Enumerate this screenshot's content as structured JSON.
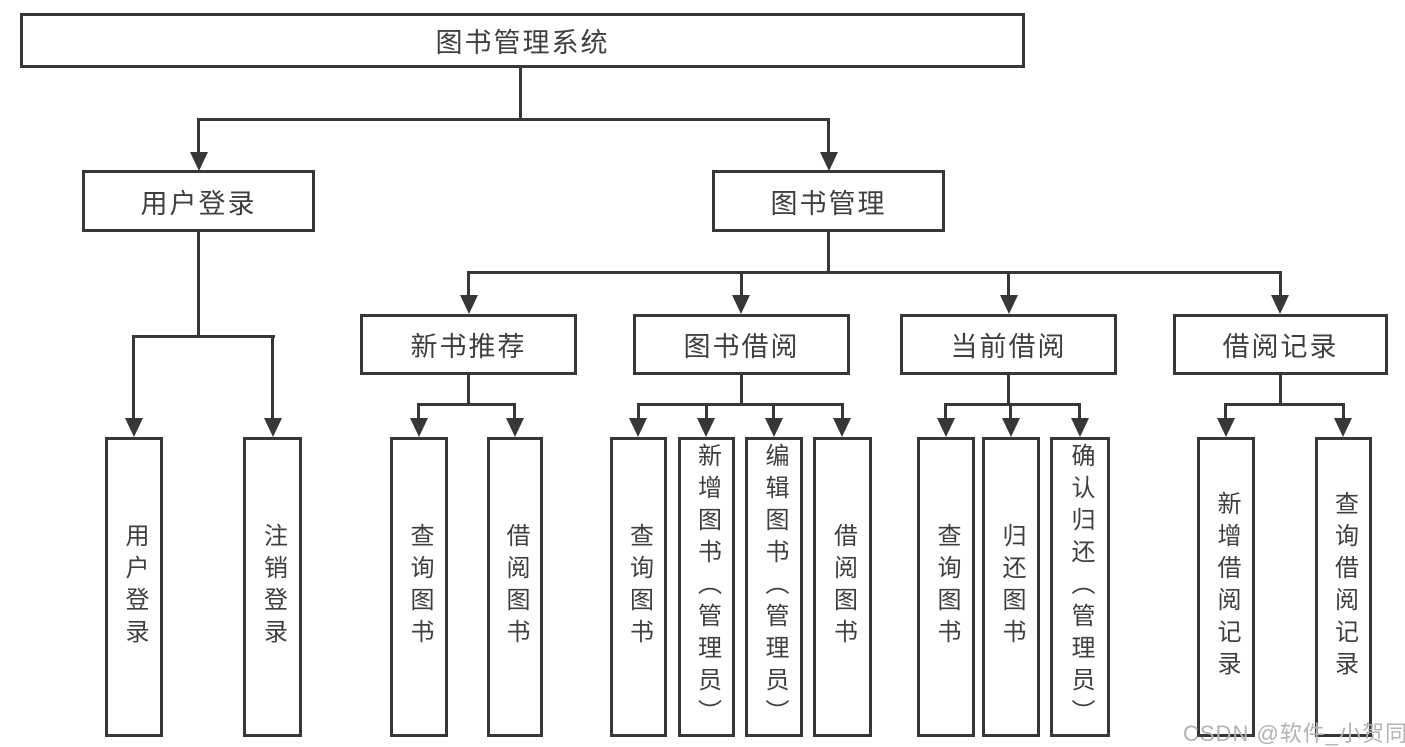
{
  "diagram": {
    "title": "图书管理系统",
    "root": {
      "label": "图书管理系统"
    },
    "level2": [
      {
        "label": "用户登录"
      },
      {
        "label": "图书管理"
      }
    ],
    "level3": [
      {
        "label": "新书推荐"
      },
      {
        "label": "图书借阅"
      },
      {
        "label": "当前借阅"
      },
      {
        "label": "借阅记录"
      }
    ],
    "leaves": [
      {
        "label": "用户登录",
        "parent": "用户登录"
      },
      {
        "label": "注销登录",
        "parent": "用户登录"
      },
      {
        "label": "查询图书",
        "parent": "新书推荐"
      },
      {
        "label": "借阅图书",
        "parent": "新书推荐"
      },
      {
        "label": "查询图书",
        "parent": "图书借阅"
      },
      {
        "label": "新增图书（管理员）",
        "parent": "图书借阅"
      },
      {
        "label": "编辑图书（管理员）",
        "parent": "图书借阅"
      },
      {
        "label": "借阅图书",
        "parent": "图书借阅"
      },
      {
        "label": "查询图书",
        "parent": "当前借阅"
      },
      {
        "label": "归还图书",
        "parent": "当前借阅"
      },
      {
        "label": "确认归还（管理员）",
        "parent": "当前借阅"
      },
      {
        "label": "新增借阅记录",
        "parent": "借阅记录"
      },
      {
        "label": "查询借阅记录",
        "parent": "借阅记录"
      }
    ]
  },
  "watermark": "CSDN @软件_小贺同学",
  "colors": {
    "line": "#373737",
    "text": "#3f3f3f",
    "watermark": "#b3b3b3",
    "background": "#ffffff"
  }
}
